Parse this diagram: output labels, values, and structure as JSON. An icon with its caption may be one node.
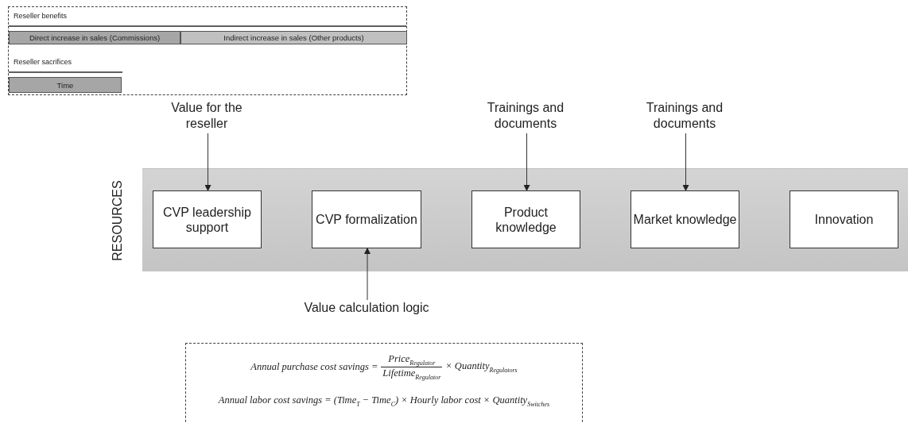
{
  "diagram": {
    "nodes": [
      {
        "text": [
          "Reseller benefits",
          "Reseller sacrifices"
        ]
      },
      {
        "text": [
          "Direct increase in sales (Commissions)"
        ],
        "in": 0
      },
      {
        "text": [
          "Indirect increase in sales (Other products)"
        ],
        "in": 0
      },
      {
        "text": [
          "Time"
        ],
        "in": 0
      },
      {
        "text": [
          "Value for the reseller"
        ]
      },
      {
        "text": [
          "Trainings and documents"
        ]
      },
      {
        "text": [
          "Trainings and documents"
        ]
      },
      {
        "text": [
          "RESOURCES"
        ]
      },
      {
        "text": [
          "CVP leadership support"
        ],
        "in": 7
      },
      {
        "text": [
          "CVP formalization"
        ],
        "in": 7
      },
      {
        "text": [
          "Product knowledge"
        ],
        "in": 7
      },
      {
        "text": [
          "Market knowledge"
        ],
        "in": 7
      },
      {
        "text": [
          "Innovation"
        ],
        "in": 7
      },
      {
        "text": [
          "Value calculation logic"
        ]
      },
      {
        "text": [
          "Annual purchase cost savings =",
          "Price$_{Regulator}$",
          "Lifetime$_{Regulator}$",
          "× Quantity$_{Regulators}$",
          "Annual labor cost savings = (Time$_{T}$ − Time$_{C}$) × Hourly labor cost × Quantity$_{Switches}$"
        ]
      }
    ],
    "edges": [
      {
        "from": 4,
        "to": 8,
        "arrow": "to"
      },
      {
        "from": 5,
        "to": 10,
        "arrow": "to"
      },
      {
        "from": 6,
        "to": 11,
        "arrow": "to"
      },
      {
        "from": 13,
        "to": 9,
        "arrow": "to"
      }
    ]
  }
}
